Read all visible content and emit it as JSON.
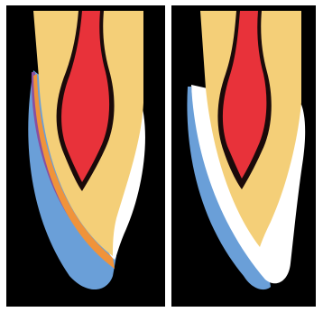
{
  "figure": {
    "panels": [
      {
        "id": "left",
        "layers": [
          "pulp",
          "dentin",
          "enamel-white",
          "orange-layer",
          "purple-line",
          "blue-layer"
        ]
      },
      {
        "id": "right",
        "layers": [
          "pulp",
          "dentin",
          "enamel-white",
          "blue-layer"
        ]
      }
    ],
    "colors": {
      "background": "#000000",
      "pulp": "#e8323a",
      "pulp_outline": "#1a0a0a",
      "dentin": "#f4cf78",
      "enamel": "#ffffff",
      "orange_layer": "#f0933a",
      "purple_line": "#8a4fa0",
      "blue_layer": "#6a9fd8",
      "divider": "#ffffff"
    }
  }
}
